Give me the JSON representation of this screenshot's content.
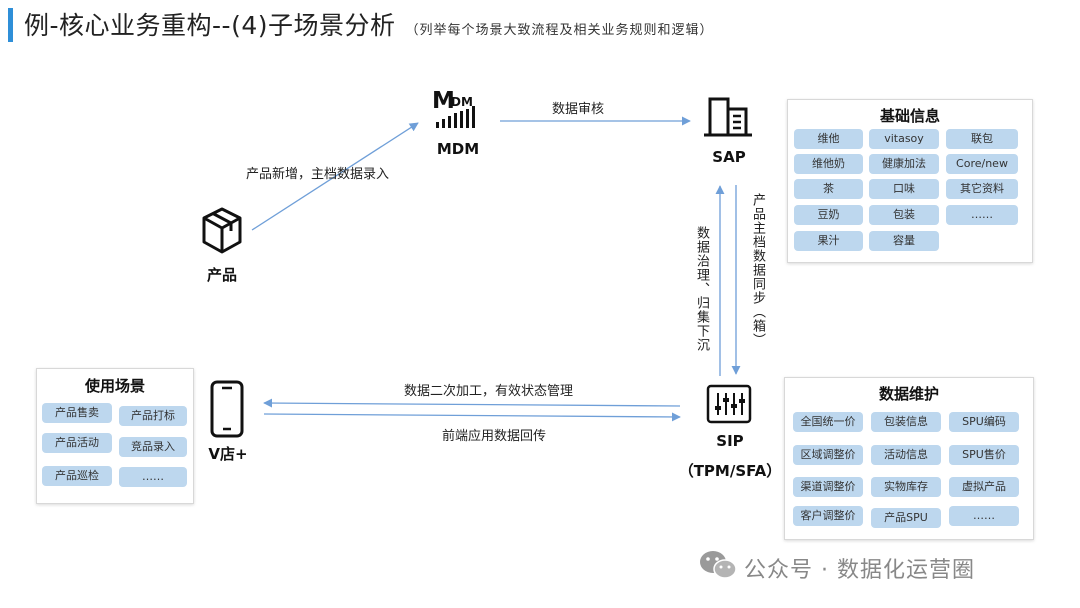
{
  "title": {
    "main": "例-核心业务重构--(4)子场景分析",
    "subtitle": "（列举每个场景大致流程及相关业务规则和逻辑）"
  },
  "nodes": {
    "product": "产品",
    "mdm_logo_big": "M",
    "mdm_logo_small": "DM",
    "mdm": "MDM",
    "sap": "SAP",
    "sip": "SIP",
    "sip_sub": "（TPM/SFA）",
    "vshop": "V店+"
  },
  "edges": {
    "product_to_mdm": "产品新增，主档数据录入",
    "mdm_to_sap": "数据审核",
    "sap_to_sip": "产品主档数据同步（箱）",
    "sip_to_sap": "数据治理、归集下沉",
    "sip_to_vshop": "数据二次加工，有效状态管理",
    "vshop_to_sip": "前端应用数据回传"
  },
  "panels": {
    "basic": {
      "title": "基础信息",
      "tags": [
        "维他",
        "vitasoy",
        "联包",
        "维他奶",
        "健康加法",
        "Core/new",
        "茶",
        "口味",
        "其它资料",
        "豆奶",
        "包装",
        "……",
        "果汁",
        "容量"
      ]
    },
    "maintain": {
      "title": "数据维护",
      "tags": [
        "全国统一价",
        "包装信息",
        "SPU编码",
        "区域调整价",
        "活动信息",
        "SPU售价",
        "渠道调整价",
        "实物库存",
        "虚拟产品",
        "客户调整价",
        "产品SPU",
        "……"
      ]
    },
    "usage": {
      "title": "使用场景",
      "tags": [
        "产品售卖",
        "产品打标",
        "产品活动",
        "竞品录入",
        "产品巡检",
        "……"
      ]
    }
  },
  "watermark": "公众号 · 数据化运营圈",
  "colors": {
    "accent": "#2f8fd8",
    "tag": "#bdd7ee",
    "arrow": "#6f9fd8"
  }
}
